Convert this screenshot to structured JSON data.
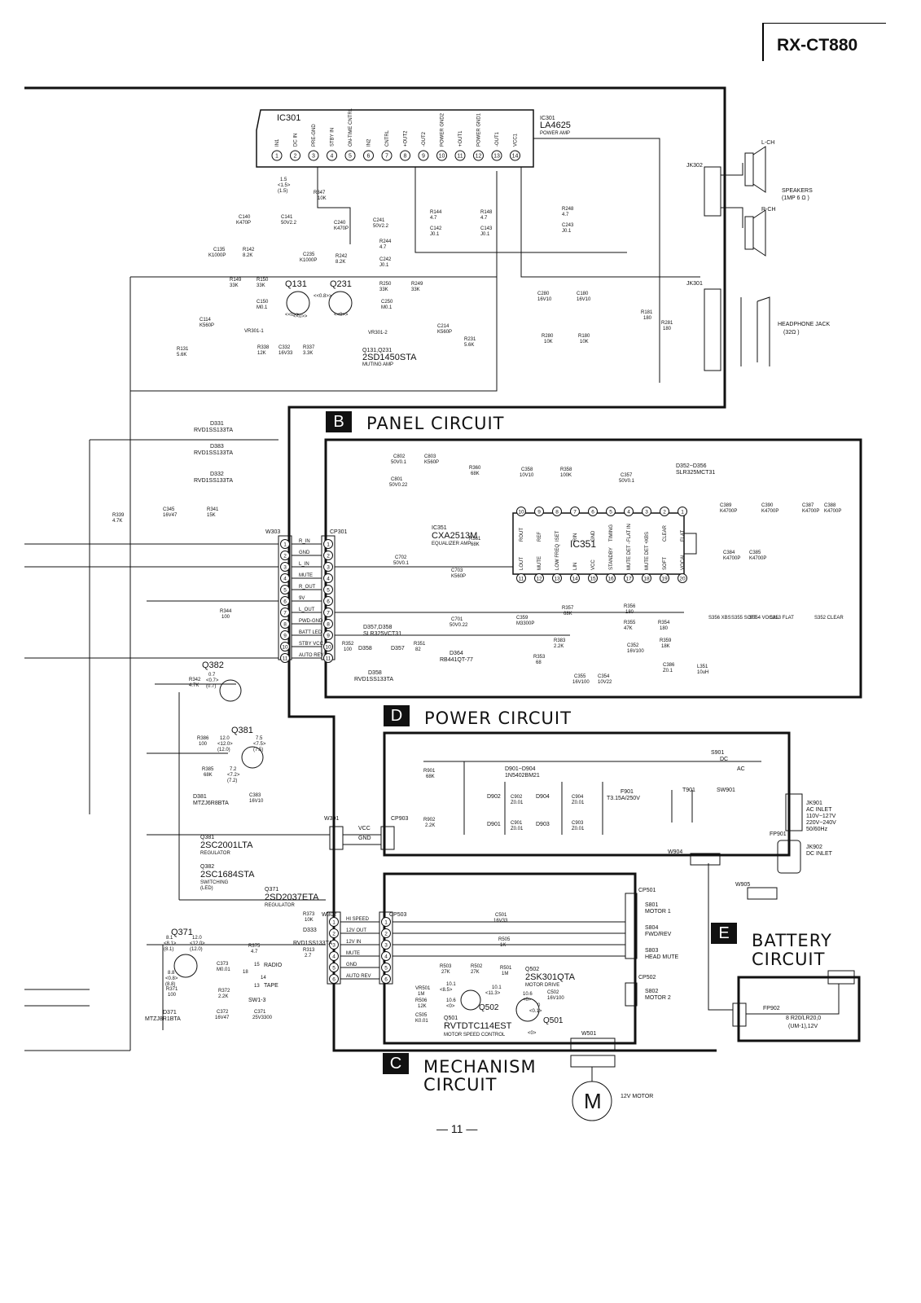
{
  "header": {
    "model": "RX-CT880"
  },
  "page_number": "— 11 —",
  "sections": {
    "B": {
      "letter": "B",
      "title": "PANEL  CIRCUIT"
    },
    "D": {
      "letter": "D",
      "title": "POWER  CIRCUIT"
    },
    "C": {
      "letter": "C",
      "title_line1": "MECHANISM",
      "title_line2": "CIRCUIT"
    },
    "E": {
      "letter": "E",
      "title_line1": "BATTERY",
      "title_line2": "CIRCUIT"
    }
  },
  "ic301": {
    "ref": "IC301",
    "desc_ref": "IC301",
    "part": "LA4625",
    "function": "POWER AMP",
    "pins": [
      {
        "num": "1",
        "name": "IN1"
      },
      {
        "num": "2",
        "name": "DC IN"
      },
      {
        "num": "3",
        "name": "PRE-GND"
      },
      {
        "num": "4",
        "name": "STBY IN"
      },
      {
        "num": "5",
        "name": "ON-TIME CNTRL"
      },
      {
        "num": "6",
        "name": "IN2"
      },
      {
        "num": "7",
        "name": "CNTRL"
      },
      {
        "num": "8",
        "name": "+OUT2"
      },
      {
        "num": "9",
        "name": "-OUT2"
      },
      {
        "num": "10",
        "name": "POWER GND2"
      },
      {
        "num": "11",
        "name": "+OUT1"
      },
      {
        "num": "12",
        "name": "POWER GND1"
      },
      {
        "num": "13",
        "name": "-OUT1"
      },
      {
        "num": "14",
        "name": "VCC1"
      }
    ]
  },
  "ic351": {
    "ref": "IC351",
    "desc_ref": "IC351",
    "part": "CXA2513M",
    "function": "EQUALIZER AMP",
    "top_pins": [
      {
        "num": "10",
        "name": "ROUT"
      },
      {
        "num": "9",
        "name": "REF"
      },
      {
        "num": "8",
        "name": "ISET"
      },
      {
        "num": "7",
        "name": "RIN"
      },
      {
        "num": "6",
        "name": "GND"
      },
      {
        "num": "5",
        "name": "TIMING"
      },
      {
        "num": "4",
        "name": "FLAT IN"
      },
      {
        "num": "3",
        "name": "XBS"
      },
      {
        "num": "2",
        "name": "CLEAR"
      },
      {
        "num": "1",
        "name": "FLAT"
      }
    ],
    "bottom_pins": [
      {
        "num": "11",
        "name": "LOUT"
      },
      {
        "num": "12",
        "name": "MUTE"
      },
      {
        "num": "13",
        "name": "LOW FREQ"
      },
      {
        "num": "14",
        "name": "LIN"
      },
      {
        "num": "15",
        "name": "VCC"
      },
      {
        "num": "16",
        "name": "STANDBY"
      },
      {
        "num": "17",
        "name": "MUTE DET -"
      },
      {
        "num": "18",
        "name": "MUTE DET +"
      },
      {
        "num": "19",
        "name": "SOFT"
      },
      {
        "num": "20",
        "name": "VOCAL"
      }
    ]
  },
  "transistors": {
    "q131": "Q131",
    "q231": "Q231",
    "q131_q231": "Q131,Q231",
    "q131_part": "2SD1450STA",
    "q131_func": "MUTING AMP",
    "q381": "Q381",
    "q382": "Q382",
    "q371": "Q371",
    "q381_desc": "Q381",
    "q381_part": "2SC2001LTA",
    "q381_func": "REGULATOR",
    "q382_desc": "Q382",
    "q382_part": "2SC1684STA",
    "q382_func": "SWITCHING",
    "q382_func2": "(LED)",
    "q371_desc": "Q371",
    "q371_part": "2SD2037ETA",
    "q371_func": "REGULATOR",
    "q502": "Q502",
    "q501": "Q501",
    "q502_desc": "Q502",
    "q502_part": "2SK301QTA",
    "q502_func": "MOTOR DRIVE",
    "q501_desc": "Q501",
    "q501_part": "RVTDTC114EST",
    "q501_func": "MOTOR SPEED CONTROL"
  },
  "connectors": {
    "jk302": "JK302",
    "jk301": "JK301",
    "w303": "W303",
    "cp301": "CP301",
    "w301": "W301",
    "cp903": "CP903",
    "w302": "W302",
    "cp503": "CP503",
    "cp501": "CP501",
    "cp502": "CP502",
    "w501": "W501",
    "w904": "W904",
    "w905": "W905",
    "jk901": "JK901",
    "jk902": "JK902",
    "fp901": "FP901",
    "fp902": "FP902",
    "speakers": "SPEAKERS",
    "speakers_spec": "(1MP 6 Ω )",
    "lch": "L-CH",
    "rch": "R-CH",
    "headphone": "HEADPHONE JACK",
    "headphone_spec": "(32Ω )",
    "ac_inlet": "AC INLET",
    "ac_spec1": "110V~127V",
    "ac_spec2": "220V~240V",
    "ac_spec3": "50/60Hz",
    "dc_inlet": "DC INLET",
    "motor": "12V MOTOR",
    "motor_letter": "M",
    "battery": "8  R20/LR20,0",
    "battery2": "(UM-1),12V"
  },
  "panel_signals": [
    "R_IN",
    "GND",
    "L_IN",
    "MUTE",
    "R_OUT",
    "9V",
    "L_OUT",
    "PWD-GND",
    "BATT LED",
    "STBY VCC",
    "AUTO REV"
  ],
  "mech_signals": [
    "HI SPEED",
    "12V OUT",
    "12V IN",
    "MUTE",
    "GND",
    "AUTO REV"
  ],
  "power_signals": [
    "VCC",
    "GND"
  ],
  "switches": {
    "s801": "S801",
    "s801_f": "MOTOR 1",
    "s804": "S804",
    "s804_f": "FWD/REV",
    "s803": "S803",
    "s803_f": "HEAD MUTE",
    "s802": "S802",
    "s802_f": "MOTOR 2",
    "s901": "S901",
    "sw901": "SW901",
    "sw1_3": "SW1-3",
    "radio": "RADIO",
    "tape": "TAPE",
    "dc": "DC",
    "ac": "AC"
  },
  "diodes": {
    "d331": "D331",
    "d331p": "RVD1SS133TA",
    "d383": "D383",
    "d383p": "RVD1SS133TA",
    "d332": "D332",
    "d332p": "RVD1SS133TA",
    "d381": "D381",
    "d381p": "MTZJ6R8BTA",
    "d371": "D371",
    "d371p": "MTZJ8R1BTA",
    "d333": "D333",
    "d333p": "RVD1SS133TA",
    "d901": "D901~D904",
    "d901p": "1N5402BM21",
    "d902": "D902",
    "d904": "D904",
    "d901s": "D901",
    "d903": "D903",
    "d352": "D352~D356",
    "d352p": "SLR325MCT31",
    "d357": "D357,D358",
    "d357p": "SLR325VCT31",
    "d358s": "D358",
    "d357s": "D357",
    "d358b": "D358",
    "d358bp": "RVD1SS133TA",
    "d364": "D364",
    "d364p": "RB441QT-77",
    "f901": "F901",
    "f901p": "T3.15A/250V",
    "t901": "T901"
  },
  "labels": [
    {
      "id": "v1",
      "t": "1.5"
    },
    {
      "id": "v2",
      "t": "<1.5>"
    },
    {
      "id": "v3",
      "t": "(1.5)"
    },
    {
      "id": "r347",
      "t": "R347"
    },
    {
      "id": "r347v",
      "t": "10K"
    },
    {
      "id": "c140",
      "t": "C140"
    },
    {
      "id": "c140v",
      "t": "K470P"
    },
    {
      "id": "c141",
      "t": "C141"
    },
    {
      "id": "c141v",
      "t": "50V2.2"
    },
    {
      "id": "c240",
      "t": "C240"
    },
    {
      "id": "c240v",
      "t": "K470P"
    },
    {
      "id": "c241",
      "t": "C241"
    },
    {
      "id": "c241v",
      "t": "50V2.2"
    },
    {
      "id": "c135",
      "t": "C135"
    },
    {
      "id": "c135v",
      "t": "K1000P"
    },
    {
      "id": "r142",
      "t": "R142"
    },
    {
      "id": "r142v",
      "t": "8.2K"
    },
    {
      "id": "c235",
      "t": "C235"
    },
    {
      "id": "c235v",
      "t": "K1000P"
    },
    {
      "id": "r242",
      "t": "R242"
    },
    {
      "id": "r242v",
      "t": "8.2K"
    },
    {
      "id": "r244",
      "t": "R244"
    },
    {
      "id": "r244v",
      "t": "4.7"
    },
    {
      "id": "c242",
      "t": "C242"
    },
    {
      "id": "c242v",
      "t": "J0.1"
    },
    {
      "id": "r144",
      "t": "R144"
    },
    {
      "id": "r144v",
      "t": "4.7"
    },
    {
      "id": "c142",
      "t": "C142"
    },
    {
      "id": "c142v",
      "t": "J0.1"
    },
    {
      "id": "r148",
      "t": "R148"
    },
    {
      "id": "r148v",
      "t": "4.7"
    },
    {
      "id": "c143",
      "t": "C143"
    },
    {
      "id": "c143v",
      "t": "J0.1"
    },
    {
      "id": "r248",
      "t": "R248"
    },
    {
      "id": "r248v",
      "t": "4.7"
    },
    {
      "id": "c243",
      "t": "C243"
    },
    {
      "id": "c243v",
      "t": "J0.1"
    },
    {
      "id": "r149",
      "t": "R149"
    },
    {
      "id": "r149v",
      "t": "33K"
    },
    {
      "id": "r150",
      "t": "R150"
    },
    {
      "id": "r150v",
      "t": "33K"
    },
    {
      "id": "c150",
      "t": "C150"
    },
    {
      "id": "c150v",
      "t": "M0.1"
    },
    {
      "id": "r250",
      "t": "R250"
    },
    {
      "id": "r250v",
      "t": "33K"
    },
    {
      "id": "r249",
      "t": "R249"
    },
    {
      "id": "r249v",
      "t": "33K"
    },
    {
      "id": "c250",
      "t": "C250"
    },
    {
      "id": "c250v",
      "t": "M0.1"
    },
    {
      "id": "c114",
      "t": "C114"
    },
    {
      "id": "c114v",
      "t": "K560P"
    },
    {
      "id": "vr3011",
      "t": "VR301-1"
    },
    {
      "id": "vr3012",
      "t": "VR301-2"
    },
    {
      "id": "c214",
      "t": "C214"
    },
    {
      "id": "c214v",
      "t": "K560P"
    },
    {
      "id": "r231",
      "t": "R231"
    },
    {
      "id": "r231v",
      "t": "5.6K"
    },
    {
      "id": "r131",
      "t": "R131"
    },
    {
      "id": "r131v",
      "t": "5.6K"
    },
    {
      "id": "r338",
      "t": "R338"
    },
    {
      "id": "r338v",
      "t": "12K"
    },
    {
      "id": "c332",
      "t": "C332"
    },
    {
      "id": "c332v",
      "t": "16V33"
    },
    {
      "id": "r337",
      "t": "R337"
    },
    {
      "id": "r337v",
      "t": "3.3K"
    },
    {
      "id": "c280",
      "t": "C280"
    },
    {
      "id": "c280v",
      "t": "16V10"
    },
    {
      "id": "c180",
      "t": "C180"
    },
    {
      "id": "c180v",
      "t": "16V10"
    },
    {
      "id": "r280",
      "t": "R280"
    },
    {
      "id": "r280v",
      "t": "10K"
    },
    {
      "id": "r180",
      "t": "R180"
    },
    {
      "id": "r180v",
      "t": "10K"
    },
    {
      "id": "r181",
      "t": "R181"
    },
    {
      "id": "r181v",
      "t": "180"
    },
    {
      "id": "r281",
      "t": "R281"
    },
    {
      "id": "r281v",
      "t": "180"
    },
    {
      "id": "c345",
      "t": "C345"
    },
    {
      "id": "c345v",
      "t": "16V47"
    },
    {
      "id": "r341",
      "t": "R341"
    },
    {
      "id": "r341v",
      "t": "15K"
    },
    {
      "id": "r339",
      "t": "R339"
    },
    {
      "id": "r339v",
      "t": "4.7K"
    },
    {
      "id": "r344",
      "t": "R344"
    },
    {
      "id": "r344v",
      "t": "100"
    },
    {
      "id": "r342",
      "t": "R342"
    },
    {
      "id": "r342v",
      "t": "4.7K"
    },
    {
      "id": "r386",
      "t": "R386"
    },
    {
      "id": "r386v",
      "t": "100"
    },
    {
      "id": "r385",
      "t": "R385"
    },
    {
      "id": "r385v",
      "t": "68K"
    },
    {
      "id": "c383",
      "t": "C383"
    },
    {
      "id": "c383v",
      "t": "16V10"
    },
    {
      "id": "c802",
      "t": "C802"
    },
    {
      "id": "c802v",
      "t": "50V0.1"
    },
    {
      "id": "c803",
      "t": "C803"
    },
    {
      "id": "c803v",
      "t": "K560P"
    },
    {
      "id": "r360",
      "t": "R360"
    },
    {
      "id": "r360v",
      "t": "68K"
    },
    {
      "id": "c358",
      "t": "C358"
    },
    {
      "id": "c358v",
      "t": "10V10"
    },
    {
      "id": "r358",
      "t": "R358"
    },
    {
      "id": "r358v",
      "t": "100K"
    },
    {
      "id": "c357",
      "t": "C357"
    },
    {
      "id": "c357v",
      "t": "50V0.1"
    },
    {
      "id": "c801",
      "t": "C801"
    },
    {
      "id": "c801v",
      "t": "50V0.22"
    },
    {
      "id": "r361",
      "t": "R361"
    },
    {
      "id": "r361v",
      "t": "68K"
    },
    {
      "id": "c702",
      "t": "C702"
    },
    {
      "id": "c702v",
      "t": "50V0.1"
    },
    {
      "id": "c703",
      "t": "C703"
    },
    {
      "id": "c703v",
      "t": "K560P"
    },
    {
      "id": "c701",
      "t": "C701"
    },
    {
      "id": "c701v",
      "t": "50V0.22"
    },
    {
      "id": "r357",
      "t": "R357"
    },
    {
      "id": "r357v",
      "t": "68K"
    },
    {
      "id": "c359",
      "t": "C359"
    },
    {
      "id": "c359v",
      "t": "M3300P"
    },
    {
      "id": "r356",
      "t": "R356"
    },
    {
      "id": "r356v",
      "t": "180"
    },
    {
      "id": "r355",
      "t": "R355"
    },
    {
      "id": "r355v",
      "t": "47K"
    },
    {
      "id": "r354",
      "t": "R354"
    },
    {
      "id": "r354v",
      "t": "180"
    },
    {
      "id": "c352",
      "t": "C352"
    },
    {
      "id": "c352v",
      "t": "16V100"
    },
    {
      "id": "r359",
      "t": "R359"
    },
    {
      "id": "r359v",
      "t": "18K"
    },
    {
      "id": "r352",
      "t": "R352"
    },
    {
      "id": "r352v",
      "t": "100"
    },
    {
      "id": "r351",
      "t": "R351"
    },
    {
      "id": "r351v",
      "t": "82"
    },
    {
      "id": "r383",
      "t": "R383"
    },
    {
      "id": "r383v",
      "t": "2.2K"
    },
    {
      "id": "r353",
      "t": "R353"
    },
    {
      "id": "r353v",
      "t": "68"
    },
    {
      "id": "c355",
      "t": "C355"
    },
    {
      "id": "c355v",
      "t": "16V100"
    },
    {
      "id": "c354",
      "t": "C354"
    },
    {
      "id": "c354v",
      "t": "10V22"
    },
    {
      "id": "c386",
      "t": "C386"
    },
    {
      "id": "c386v",
      "t": "Z0.1"
    },
    {
      "id": "l351",
      "t": "L351"
    },
    {
      "id": "l351v",
      "t": "10uH"
    },
    {
      "id": "c389",
      "t": "C389"
    },
    {
      "id": "c389v",
      "t": "K4700P"
    },
    {
      "id": "c390",
      "t": "C390"
    },
    {
      "id": "c390v",
      "t": "K4700P"
    },
    {
      "id": "c387",
      "t": "C387"
    },
    {
      "id": "c387v",
      "t": "K4700P"
    },
    {
      "id": "c388",
      "t": "C388"
    },
    {
      "id": "c388v",
      "t": "K4700P"
    },
    {
      "id": "c384",
      "t": "C384"
    },
    {
      "id": "c384v",
      "t": "K4700P"
    },
    {
      "id": "c385",
      "t": "C385"
    },
    {
      "id": "c385v",
      "t": "K4700P"
    },
    {
      "id": "s356",
      "t": "S356 XBS"
    },
    {
      "id": "s355",
      "t": "S355 SOFT"
    },
    {
      "id": "s354",
      "t": "S354 VOCAL"
    },
    {
      "id": "s353",
      "t": "S353 FLAT"
    },
    {
      "id": "s352",
      "t": "S352 CLEAR"
    },
    {
      "id": "r901",
      "t": "R901"
    },
    {
      "id": "r901v",
      "t": "68K"
    },
    {
      "id": "r902",
      "t": "R902"
    },
    {
      "id": "r902v",
      "t": "2.2K"
    },
    {
      "id": "c902",
      "t": "C902"
    },
    {
      "id": "c902v",
      "t": "Z0.01"
    },
    {
      "id": "c901",
      "t": "C901"
    },
    {
      "id": "c901v",
      "t": "Z0.01"
    },
    {
      "id": "c904",
      "t": "C904"
    },
    {
      "id": "c904v",
      "t": "Z0.01"
    },
    {
      "id": "c903",
      "t": "C903"
    },
    {
      "id": "c903v",
      "t": "Z0.01"
    },
    {
      "id": "r373",
      "t": "R373"
    },
    {
      "id": "r373v",
      "t": "10K"
    },
    {
      "id": "r375",
      "t": "R375"
    },
    {
      "id": "r375v",
      "t": "4.7"
    },
    {
      "id": "r313",
      "t": "R313"
    },
    {
      "id": "r313v",
      "t": "2.7"
    },
    {
      "id": "c373",
      "t": "C373"
    },
    {
      "id": "c373v",
      "t": "M0.01"
    },
    {
      "id": "r371",
      "t": "R371"
    },
    {
      "id": "r371v",
      "t": "100"
    },
    {
      "id": "r372",
      "t": "R372"
    },
    {
      "id": "r372v",
      "t": "2.2K"
    },
    {
      "id": "c372",
      "t": "C372"
    },
    {
      "id": "c372v",
      "t": "16V47"
    },
    {
      "id": "c371",
      "t": "C371"
    },
    {
      "id": "c371v",
      "t": "25V3300"
    },
    {
      "id": "c501",
      "t": "C501"
    },
    {
      "id": "c501v",
      "t": "16V33"
    },
    {
      "id": "r505",
      "t": "R505"
    },
    {
      "id": "r505v",
      "t": "1K"
    },
    {
      "id": "r503",
      "t": "R503"
    },
    {
      "id": "r503v",
      "t": "27K"
    },
    {
      "id": "r502",
      "t": "R502"
    },
    {
      "id": "r502v",
      "t": "27K"
    },
    {
      "id": "r501",
      "t": "R501"
    },
    {
      "id": "r501v",
      "t": "1M"
    },
    {
      "id": "vr501",
      "t": "VR501"
    },
    {
      "id": "vr501v",
      "t": "1M"
    },
    {
      "id": "r506",
      "t": "R506"
    },
    {
      "id": "r506v",
      "t": "12K"
    },
    {
      "id": "c505",
      "t": "C505"
    },
    {
      "id": "c505v",
      "t": "K0.01"
    },
    {
      "id": "c502",
      "t": "C502"
    },
    {
      "id": "c502v",
      "t": "16V100"
    },
    {
      "id": "q382v",
      "t": "0.7"
    },
    {
      "id": "q382v2",
      "t": "<0.7>"
    },
    {
      "id": "q382v3",
      "t": "(0.7)"
    },
    {
      "id": "q381v",
      "t": "12.0"
    },
    {
      "id": "q381v2",
      "t": "<12.0>"
    },
    {
      "id": "q381v3",
      "t": "(12.0)"
    },
    {
      "id": "q381e",
      "t": "7.2"
    },
    {
      "id": "q381e2",
      "t": "<7.2>"
    },
    {
      "id": "q381e3",
      "t": "(7.2)"
    },
    {
      "id": "q381c",
      "t": "7.5"
    },
    {
      "id": "q381c2",
      "t": "<7.5>"
    },
    {
      "id": "q381c3",
      "t": "(7.5)"
    },
    {
      "id": "q371b",
      "t": "8.1"
    },
    {
      "id": "q371b2",
      "t": "<8.1>"
    },
    {
      "id": "q371b3",
      "t": "(8.1)"
    },
    {
      "id": "q371c",
      "t": "12.0"
    },
    {
      "id": "q371c2",
      "t": "<12.0>"
    },
    {
      "id": "q371c3",
      "t": "(12.0)"
    },
    {
      "id": "q371e",
      "t": "8.8"
    },
    {
      "id": "q371e2",
      "t": "<0.8>"
    },
    {
      "id": "q371e3",
      "t": "(8.8)"
    },
    {
      "id": "q502v",
      "t": "10.1"
    },
    {
      "id": "q502v2",
      "t": "<8.5>"
    },
    {
      "id": "q502v3",
      "t": "10.6"
    },
    {
      "id": "q502v4",
      "t": "<0>"
    },
    {
      "id": "q501v",
      "t": "10.1"
    },
    {
      "id": "q501v2",
      "t": "<11.3>"
    },
    {
      "id": "q501v3",
      "t": "10.6"
    },
    {
      "id": "q501v4",
      "t": "<0>"
    },
    {
      "id": "q501v5",
      "t": "0"
    },
    {
      "id": "q501v6",
      "t": "<0.1>"
    },
    {
      "id": "q501v7",
      "t": "<0>"
    },
    {
      "id": "sw18",
      "t": "18"
    },
    {
      "id": "sw15",
      "t": "15"
    },
    {
      "id": "sw14",
      "t": "14"
    },
    {
      "id": "sw13",
      "t": "13"
    },
    {
      "id": "q131v",
      "t": "<<0>>"
    },
    {
      "id": "q231v",
      "t": "<<0.8>>"
    },
    {
      "id": "q131e",
      "t": "<<0>>"
    },
    {
      "id": "q231e",
      "t": "<<0>>"
    }
  ]
}
